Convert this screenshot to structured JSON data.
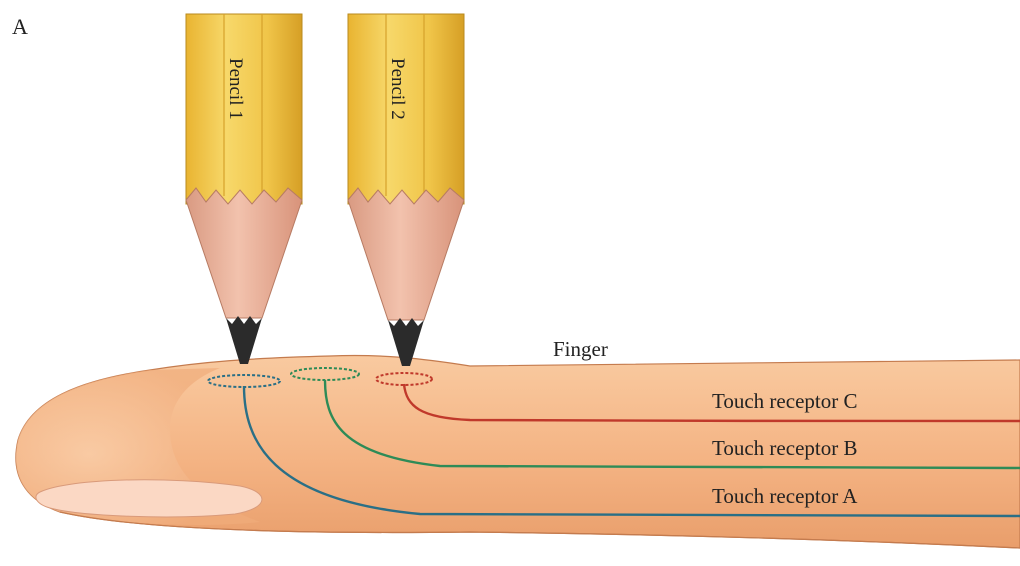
{
  "panel_label": "A",
  "pencils": [
    {
      "label": "Pencil 1"
    },
    {
      "label": "Pencil 2"
    }
  ],
  "finger_label": "Finger",
  "receptors": [
    {
      "label": "Touch receptor C",
      "color": "#c0392b"
    },
    {
      "label": "Touch receptor B",
      "color": "#2e8b57"
    },
    {
      "label": "Touch receptor A",
      "color": "#2a6f86"
    }
  ],
  "colors": {
    "skin": "#f5b98a",
    "skin_dark": "#e59a66",
    "pencil_body": "#f1c84b",
    "pencil_wood": "#ebb49a",
    "pencil_lead": "#2b2b2b"
  }
}
